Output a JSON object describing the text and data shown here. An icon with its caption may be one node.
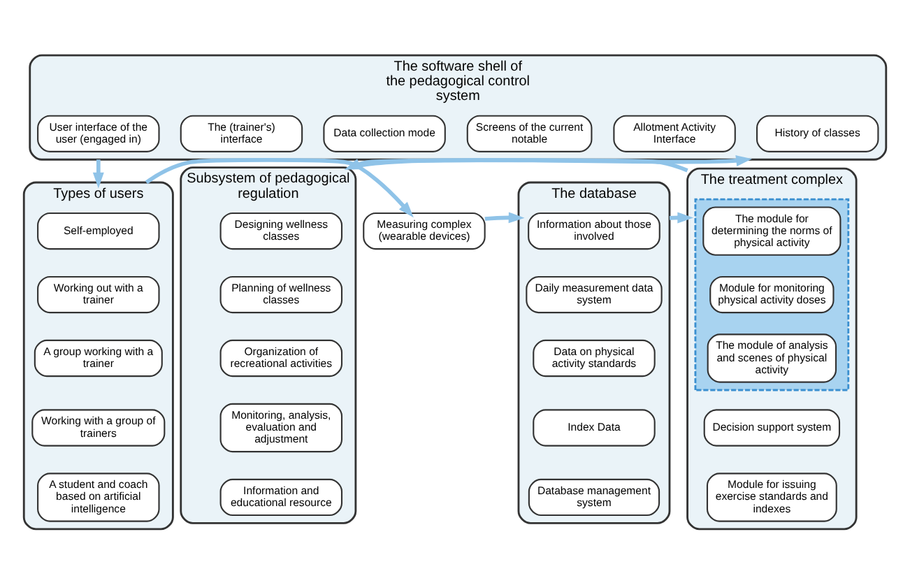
{
  "diagram": {
    "nodes": [
      {
        "text": [
          "The software shell of the pedagogical control system"
        ]
      },
      {
        "text": [
          "User interface of the user (engaged in)"
        ],
        "in": 0
      },
      {
        "text": [
          "The (trainer's) interface"
        ],
        "in": 0
      },
      {
        "text": [
          "Data collection mode"
        ],
        "in": 0
      },
      {
        "text": [
          "Screens of the current notable"
        ],
        "in": 0
      },
      {
        "text": [
          "Allotment Activity Interface"
        ],
        "in": 0
      },
      {
        "text": [
          "History of classes"
        ],
        "in": 0
      },
      {
        "text": [
          "Types of users"
        ]
      },
      {
        "text": [
          "Self-employed"
        ],
        "in": 7
      },
      {
        "text": [
          "Working out with a trainer"
        ],
        "in": 7
      },
      {
        "text": [
          "A group working with a trainer"
        ],
        "in": 7
      },
      {
        "text": [
          "Working with a group of trainers"
        ],
        "in": 7
      },
      {
        "text": [
          "A student and coach based on artificial intelligence"
        ],
        "in": 7
      },
      {
        "text": [
          "Measuring complex (wearable devices)"
        ]
      },
      {
        "text": [
          "The database"
        ]
      },
      {
        "text": [
          "Information about those involved"
        ],
        "in": 14
      },
      {
        "text": [
          "Daily measurement data system"
        ],
        "in": 14
      },
      {
        "text": [
          "Data on physical activity standards"
        ],
        "in": 14
      },
      {
        "text": [
          "Index Data"
        ],
        "in": 14
      },
      {
        "text": [
          "Database management system"
        ],
        "in": 14
      },
      {
        "text": [
          "The treatment complex"
        ]
      },
      {
        "text": [],
        "shape": "box",
        "in": 20
      },
      {
        "text": [
          "The module for determining the norms of physical activity"
        ],
        "in": 21
      },
      {
        "text": [
          "Module for monitoring physical activity doses"
        ],
        "in": 21
      },
      {
        "text": [
          "The module of analysis and scenes of physical activity"
        ],
        "in": 21
      },
      {
        "text": [
          "Decision support system"
        ],
        "in": 20
      },
      {
        "text": [
          "Module for issuing exercise standards and indexes"
        ],
        "in": 20
      },
      {
        "text": [
          "Subsystem of pedagogical regulation"
        ]
      },
      {
        "text": [
          "Designing wellness classes"
        ],
        "in": 27
      },
      {
        "text": [
          "Planning of wellness classes"
        ],
        "in": 27
      },
      {
        "text": [
          "Organization of recreational activities"
        ],
        "in": 27
      },
      {
        "text": [
          "Monitoring, analysis, evaluation and adjustment"
        ],
        "in": 27
      },
      {
        "text": [
          "Information and educational resource"
        ],
        "in": 27
      }
    ],
    "edges": [
      {
        "from": 0,
        "to": 7,
        "arrow": "to"
      },
      {
        "from": 7,
        "to": 13,
        "arrow": "to"
      },
      {
        "from": 13,
        "to": 14,
        "arrow": "to"
      },
      {
        "from": 14,
        "to": 20,
        "arrow": "to"
      },
      {
        "from": 20,
        "to": 27,
        "arrow": "to"
      },
      {
        "from": 27,
        "to": 0,
        "arrow": "to"
      }
    ]
  }
}
